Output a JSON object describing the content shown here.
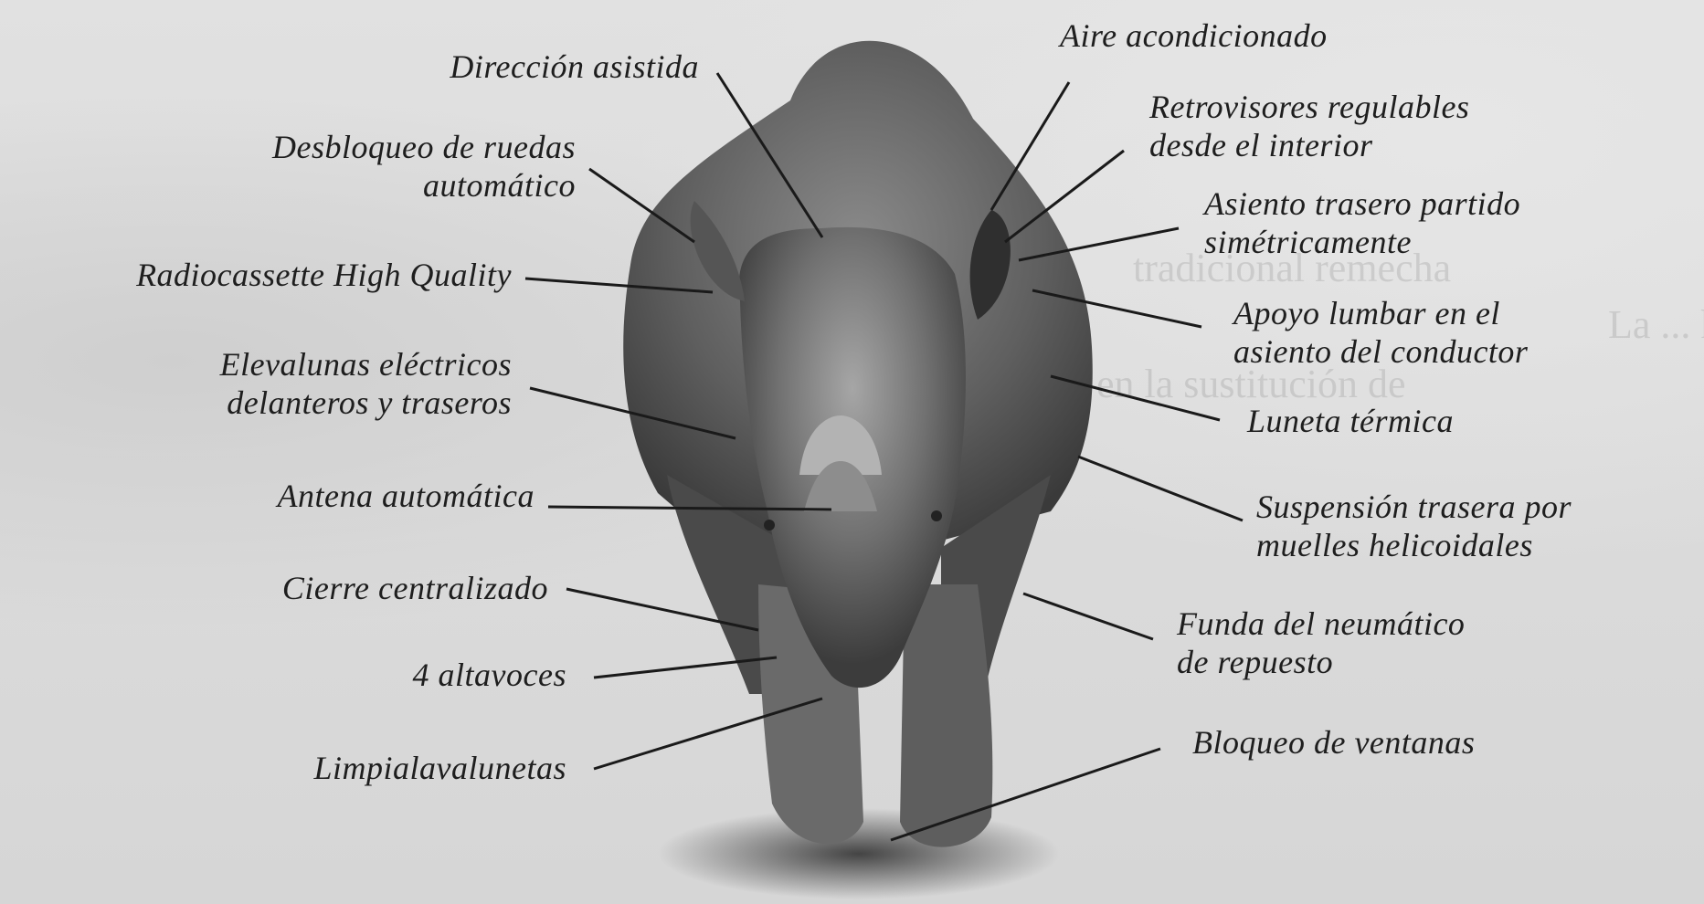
{
  "labels_left": [
    {
      "id": "direccion",
      "text": "Dirección asistida"
    },
    {
      "id": "desbloqueo",
      "text": "Desbloqueo de ruedas\nautomático"
    },
    {
      "id": "radio",
      "text": "Radiocassette High Quality"
    },
    {
      "id": "elevalunas",
      "text": "Elevalunas eléctricos\ndelanteros y traseros"
    },
    {
      "id": "antena",
      "text": "Antena automática"
    },
    {
      "id": "cierre",
      "text": "Cierre centralizado"
    },
    {
      "id": "altavoces",
      "text": "4 altavoces"
    },
    {
      "id": "limpia",
      "text": "Limpialavalunetas"
    }
  ],
  "labels_right": [
    {
      "id": "aire",
      "text": "Aire acondicionado"
    },
    {
      "id": "retrovisores",
      "text": "Retrovisores regulables\ndesde el interior"
    },
    {
      "id": "asiento",
      "text": "Asiento trasero partido\nsimétricamente"
    },
    {
      "id": "apoyo",
      "text": "Apoyo lumbar en el\nasiento del conductor"
    },
    {
      "id": "luneta",
      "text": "Luneta térmica"
    },
    {
      "id": "suspension",
      "text": "Suspensión trasera por\nmuelles helicoidales"
    },
    {
      "id": "funda",
      "text": "Funda del neumático\nde repuesto"
    },
    {
      "id": "bloqueo",
      "text": "Bloqueo de ventanas"
    }
  ],
  "background_text": [
    "tradicional remecha",
    "La ... ha",
    "en la sustitución de"
  ]
}
